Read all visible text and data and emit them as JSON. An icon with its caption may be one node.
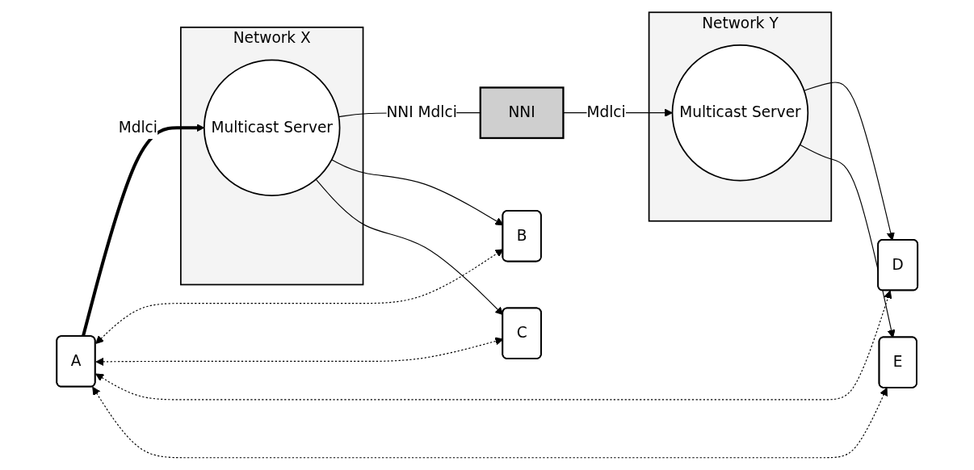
{
  "diagram": {
    "nodes": [
      {
        "text": [
          "Network X"
        ]
      },
      {
        "text": [
          "Multicast Server"
        ],
        "in": 0
      },
      {
        "text": [
          "Network Y"
        ]
      },
      {
        "text": [
          "Multicast Server"
        ],
        "in": 2
      },
      {
        "text": [
          "A"
        ]
      },
      {
        "text": [
          "B"
        ]
      },
      {
        "text": [
          "C"
        ]
      },
      {
        "text": [
          "D"
        ]
      },
      {
        "text": [
          "E"
        ]
      },
      {
        "text": [
          "NNI"
        ]
      }
    ],
    "edges": [
      {
        "from": 4,
        "to": 1,
        "arrow": "to",
        "label": "Mdlci",
        "style": "thick"
      },
      {
        "from": 1,
        "to": 9,
        "arrow": "none",
        "label": "NNI Mdlci"
      },
      {
        "from": 9,
        "to": 3,
        "arrow": "to",
        "label": "Mdlci"
      },
      {
        "from": 1,
        "to": 5,
        "arrow": "to"
      },
      {
        "from": 1,
        "to": 6,
        "arrow": "to"
      },
      {
        "from": 3,
        "to": 7,
        "arrow": "to"
      },
      {
        "from": 3,
        "to": 8,
        "arrow": "to"
      },
      {
        "from": 4,
        "to": 5,
        "arrow": "both",
        "style": "dashed"
      },
      {
        "from": 4,
        "to": 6,
        "arrow": "both",
        "style": "dashed"
      },
      {
        "from": 4,
        "to": 7,
        "arrow": "both",
        "style": "dashed"
      },
      {
        "from": 4,
        "to": 8,
        "arrow": "both",
        "style": "dashed"
      }
    ]
  }
}
